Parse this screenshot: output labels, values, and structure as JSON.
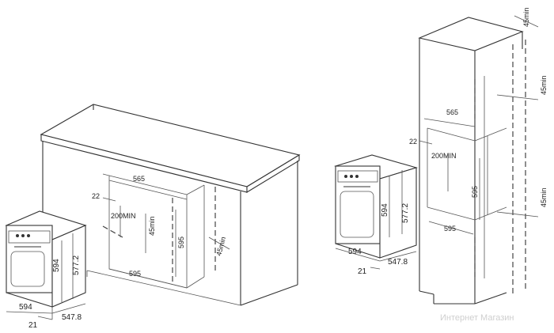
{
  "left": {
    "cab_w": "565",
    "gap_top": "22",
    "min_h": "200MIN",
    "vent_a": "45min",
    "vent_b": "45min",
    "cab_h": "595",
    "cab_d": "595",
    "oven_h": "594",
    "oven_h2": "577.2",
    "oven_w": "594",
    "oven_d": "547.8",
    "panel": "21"
  },
  "right": {
    "top_vent": "45min",
    "side_vent_a": "45min",
    "cab_w": "565",
    "gap_top": "22",
    "min_h": "200MIN",
    "cab_h": "595",
    "side_vent_b": "45min",
    "cab_d": "595",
    "oven_h": "594",
    "oven_h2": "577.2",
    "oven_w": "594",
    "oven_d": "547.8",
    "panel": "21"
  },
  "watermark": "Интернет Магазин"
}
